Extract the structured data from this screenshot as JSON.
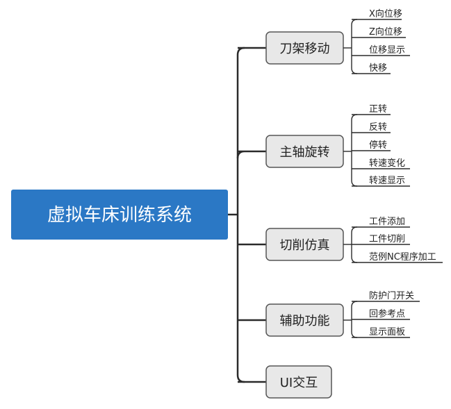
{
  "root": {
    "label": "虚拟车床训练系统"
  },
  "branches": [
    {
      "label": "刀架移动",
      "leaves": [
        "X向位移",
        "Z向位移",
        "位移显示",
        "快移"
      ]
    },
    {
      "label": "主轴旋转",
      "leaves": [
        "正转",
        "反转",
        "停转",
        "转速变化",
        "转速显示"
      ]
    },
    {
      "label": "切削仿真",
      "leaves": [
        "工件添加",
        "工件切削",
        "范例NC程序加工"
      ]
    },
    {
      "label": "辅助功能",
      "leaves": [
        "防护门开关",
        "回参考点",
        "显示面板"
      ]
    },
    {
      "label": "UI交互",
      "leaves": []
    }
  ],
  "colors": {
    "root_fill": "#2b78c5",
    "branch_fill": "#e8e8e8",
    "branch_stroke": "#555555",
    "line": "#2a2a2a"
  }
}
